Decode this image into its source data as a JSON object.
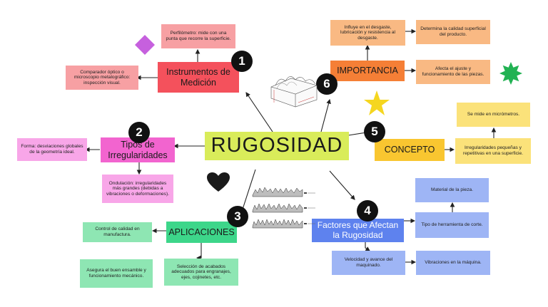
{
  "center": {
    "title": "RUGOSIDAD"
  },
  "badges": [
    "1",
    "2",
    "3",
    "4",
    "5",
    "6"
  ],
  "nodes": {
    "instrumentos": {
      "label": "Instrumentos de Medición",
      "perfilometro": "Perfilómetro: mide con una punta que recorre la superficie.",
      "comparador": "Comparador óptico o microscopio metalográfico: inspección visual."
    },
    "tipos": {
      "label": "Tipos de Irregularidades",
      "forma": "Forma: desviaciones globales de la geometría ideal.",
      "ondulacion": "Ondulación: irregularidades más grandes (debidas a vibraciones o deformaciones)."
    },
    "aplicaciones": {
      "label": "APLICACIONES",
      "control": "Control de calidad en manufactura.",
      "ensamble": "Asegura el buen ensamble y funcionamiento mecánico.",
      "acabados": "Selección de acabados adecuados para engranajes, ejes, cojinetes, etc."
    },
    "factores": {
      "label": "Factores que Afectan la Rugosidad",
      "material": "Material de la pieza.",
      "herramienta": "Tipo de herramienta de corte.",
      "velocidad": "Velocidad y avance del maquinado.",
      "vibraciones": "Vibraciones en la máquina."
    },
    "concepto": {
      "label": "CONCEPTO",
      "micrometros": "Se mide en micrómetros.",
      "irregularidades": "Irregularidades pequeñas y repetitivas en una superficie."
    },
    "importancia": {
      "label": "IMPORTANCIA",
      "desgaste": "Influye en el desgaste, lubricación y resistencia al desgaste.",
      "calidad": "Determina la calidad superficial del producto.",
      "ajuste": "Afecta el ajuste y funcionamiento de las piezas."
    }
  },
  "colors": {
    "center": "#d9ec5a",
    "instrumentos": "#f4515c",
    "instrumentos_sub": "#f7a0a3",
    "tipos": "#f264cf",
    "tipos_sub": "#f8a6e8",
    "aplicaciones": "#3dd68a",
    "aplicaciones_sub": "#8ee6b3",
    "factores": "#5e82ee",
    "factores_sub": "#9eb5f5",
    "concepto": "#f9c630",
    "concepto_sub": "#fbe27a",
    "importancia": "#f57f36",
    "importancia_sub": "#f9b983",
    "diamond": "#c660de",
    "star": "#f5d620",
    "burst": "#22b253",
    "heart": "#1a1a1a"
  }
}
